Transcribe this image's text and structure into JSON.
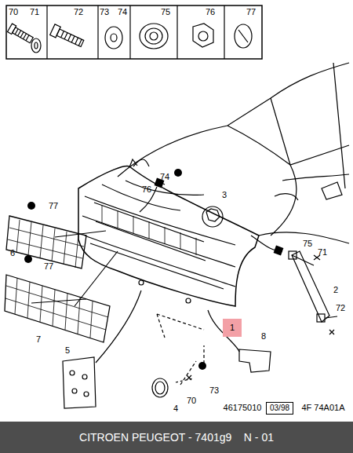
{
  "diagram": {
    "nodes": [
      {
        "text": [
          "1"
        ]
      },
      {
        "text": [
          "03/98"
        ]
      },
      {
        "text": [
          "CITROEN PEUGEOT - 7401g9    N - 01"
        ]
      }
    ],
    "labels": [
      "70",
      "71",
      "72",
      "73",
      "74",
      "75",
      "76",
      "77",
      "74",
      "76",
      "77",
      "3",
      "77",
      "6",
      "75",
      "71",
      "2",
      "72",
      "7",
      "5",
      "8",
      "4",
      "70",
      "73",
      "46175010",
      "4F 74A01A"
    ]
  }
}
